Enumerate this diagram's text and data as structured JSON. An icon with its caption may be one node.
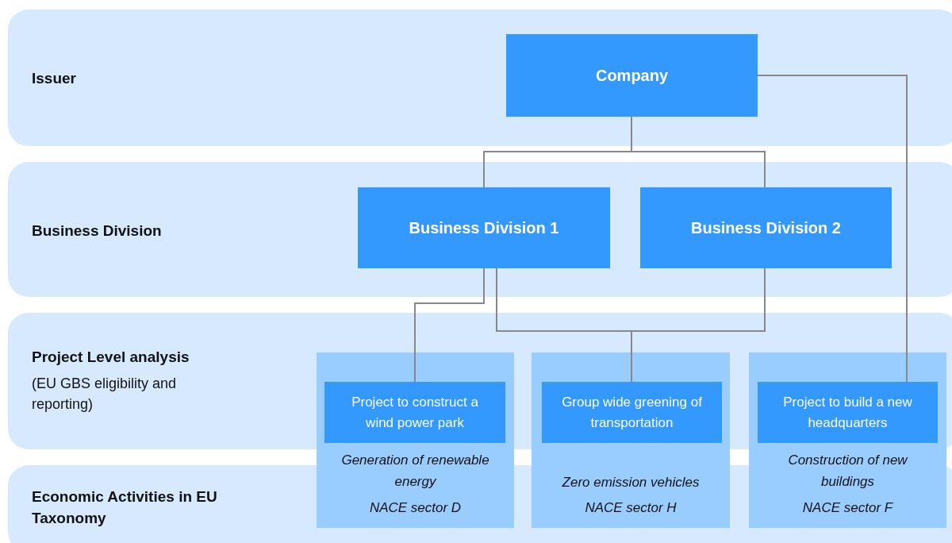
{
  "diagram": {
    "nodes": [
      {
        "text": [
          "Company"
        ]
      },
      {
        "text": [
          "Business Division 1"
        ]
      },
      {
        "text": [
          "Business Division 2"
        ]
      },
      {
        "text": [
          "Generation of renewable energy",
          "NACE sector D"
        ]
      },
      {
        "text": [
          "Project to construct a wind power park"
        ],
        "in": 3
      },
      {
        "text": [
          "Zero emission vehicles",
          "NACE sector H"
        ]
      },
      {
        "text": [
          "Group wide greening of transportation"
        ],
        "in": 5
      },
      {
        "text": [
          "Construction of new buildings",
          "NACE sector F"
        ]
      },
      {
        "text": [
          "Project to build a new headquarters"
        ],
        "in": 7
      }
    ],
    "edges": [
      {
        "from": 0,
        "to": 1,
        "arrow": "none"
      },
      {
        "from": 0,
        "to": 2,
        "arrow": "none"
      },
      {
        "from": 0,
        "to": 8,
        "arrow": "none"
      },
      {
        "from": 1,
        "to": 4,
        "arrow": "none"
      },
      {
        "from": 1,
        "to": 6,
        "arrow": "none"
      },
      {
        "from": 2,
        "to": 6,
        "arrow": "none"
      }
    ],
    "labels": [
      "Issuer",
      "Business Division",
      "Project Level analysis",
      "(EU GBS eligibility and reporting)",
      "Economic Activities in EU Taxonomy"
    ]
  }
}
